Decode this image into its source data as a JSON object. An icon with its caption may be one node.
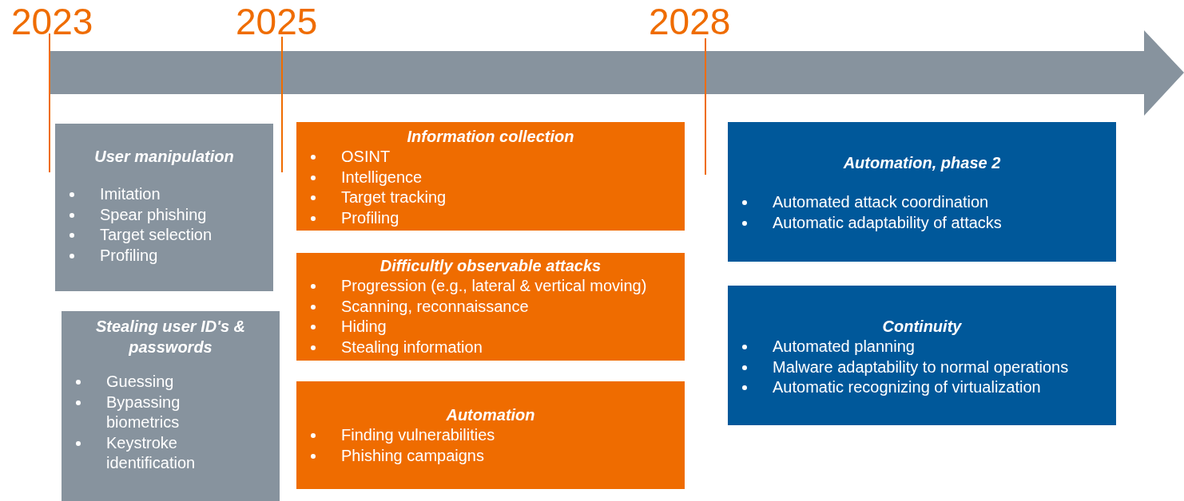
{
  "diagram": {
    "nodes": [
      {
        "text": [
          "User manipulation",
          "Imitation",
          "Spear phishing",
          "Target selection",
          "Profiling"
        ]
      },
      {
        "text": [
          "Stealing user ID's & passwords",
          "Guessing",
          "Bypassing biometrics",
          "Keystroke identification"
        ]
      },
      {
        "text": [
          "Information collection",
          "OSINT",
          "Intelligence",
          "Target tracking",
          "Profiling"
        ]
      },
      {
        "text": [
          "Difficultly observable attacks",
          "Progression (e.g., lateral & vertical moving)",
          "Scanning, reconnaissance",
          "Hiding",
          "Stealing information"
        ]
      },
      {
        "text": [
          "Automation",
          "Finding vulnerabilities",
          "Phishing campaigns"
        ]
      },
      {
        "text": [
          "Automation, phase 2",
          "Automated attack coordination",
          "Automatic adaptability of attacks"
        ]
      },
      {
        "text": [
          "Continuity",
          "Automated planning",
          "Malware adaptability to normal operations",
          "Automatic recognizing of virtualization"
        ]
      }
    ],
    "labels": [
      "2023",
      "2025",
      "2028"
    ]
  }
}
